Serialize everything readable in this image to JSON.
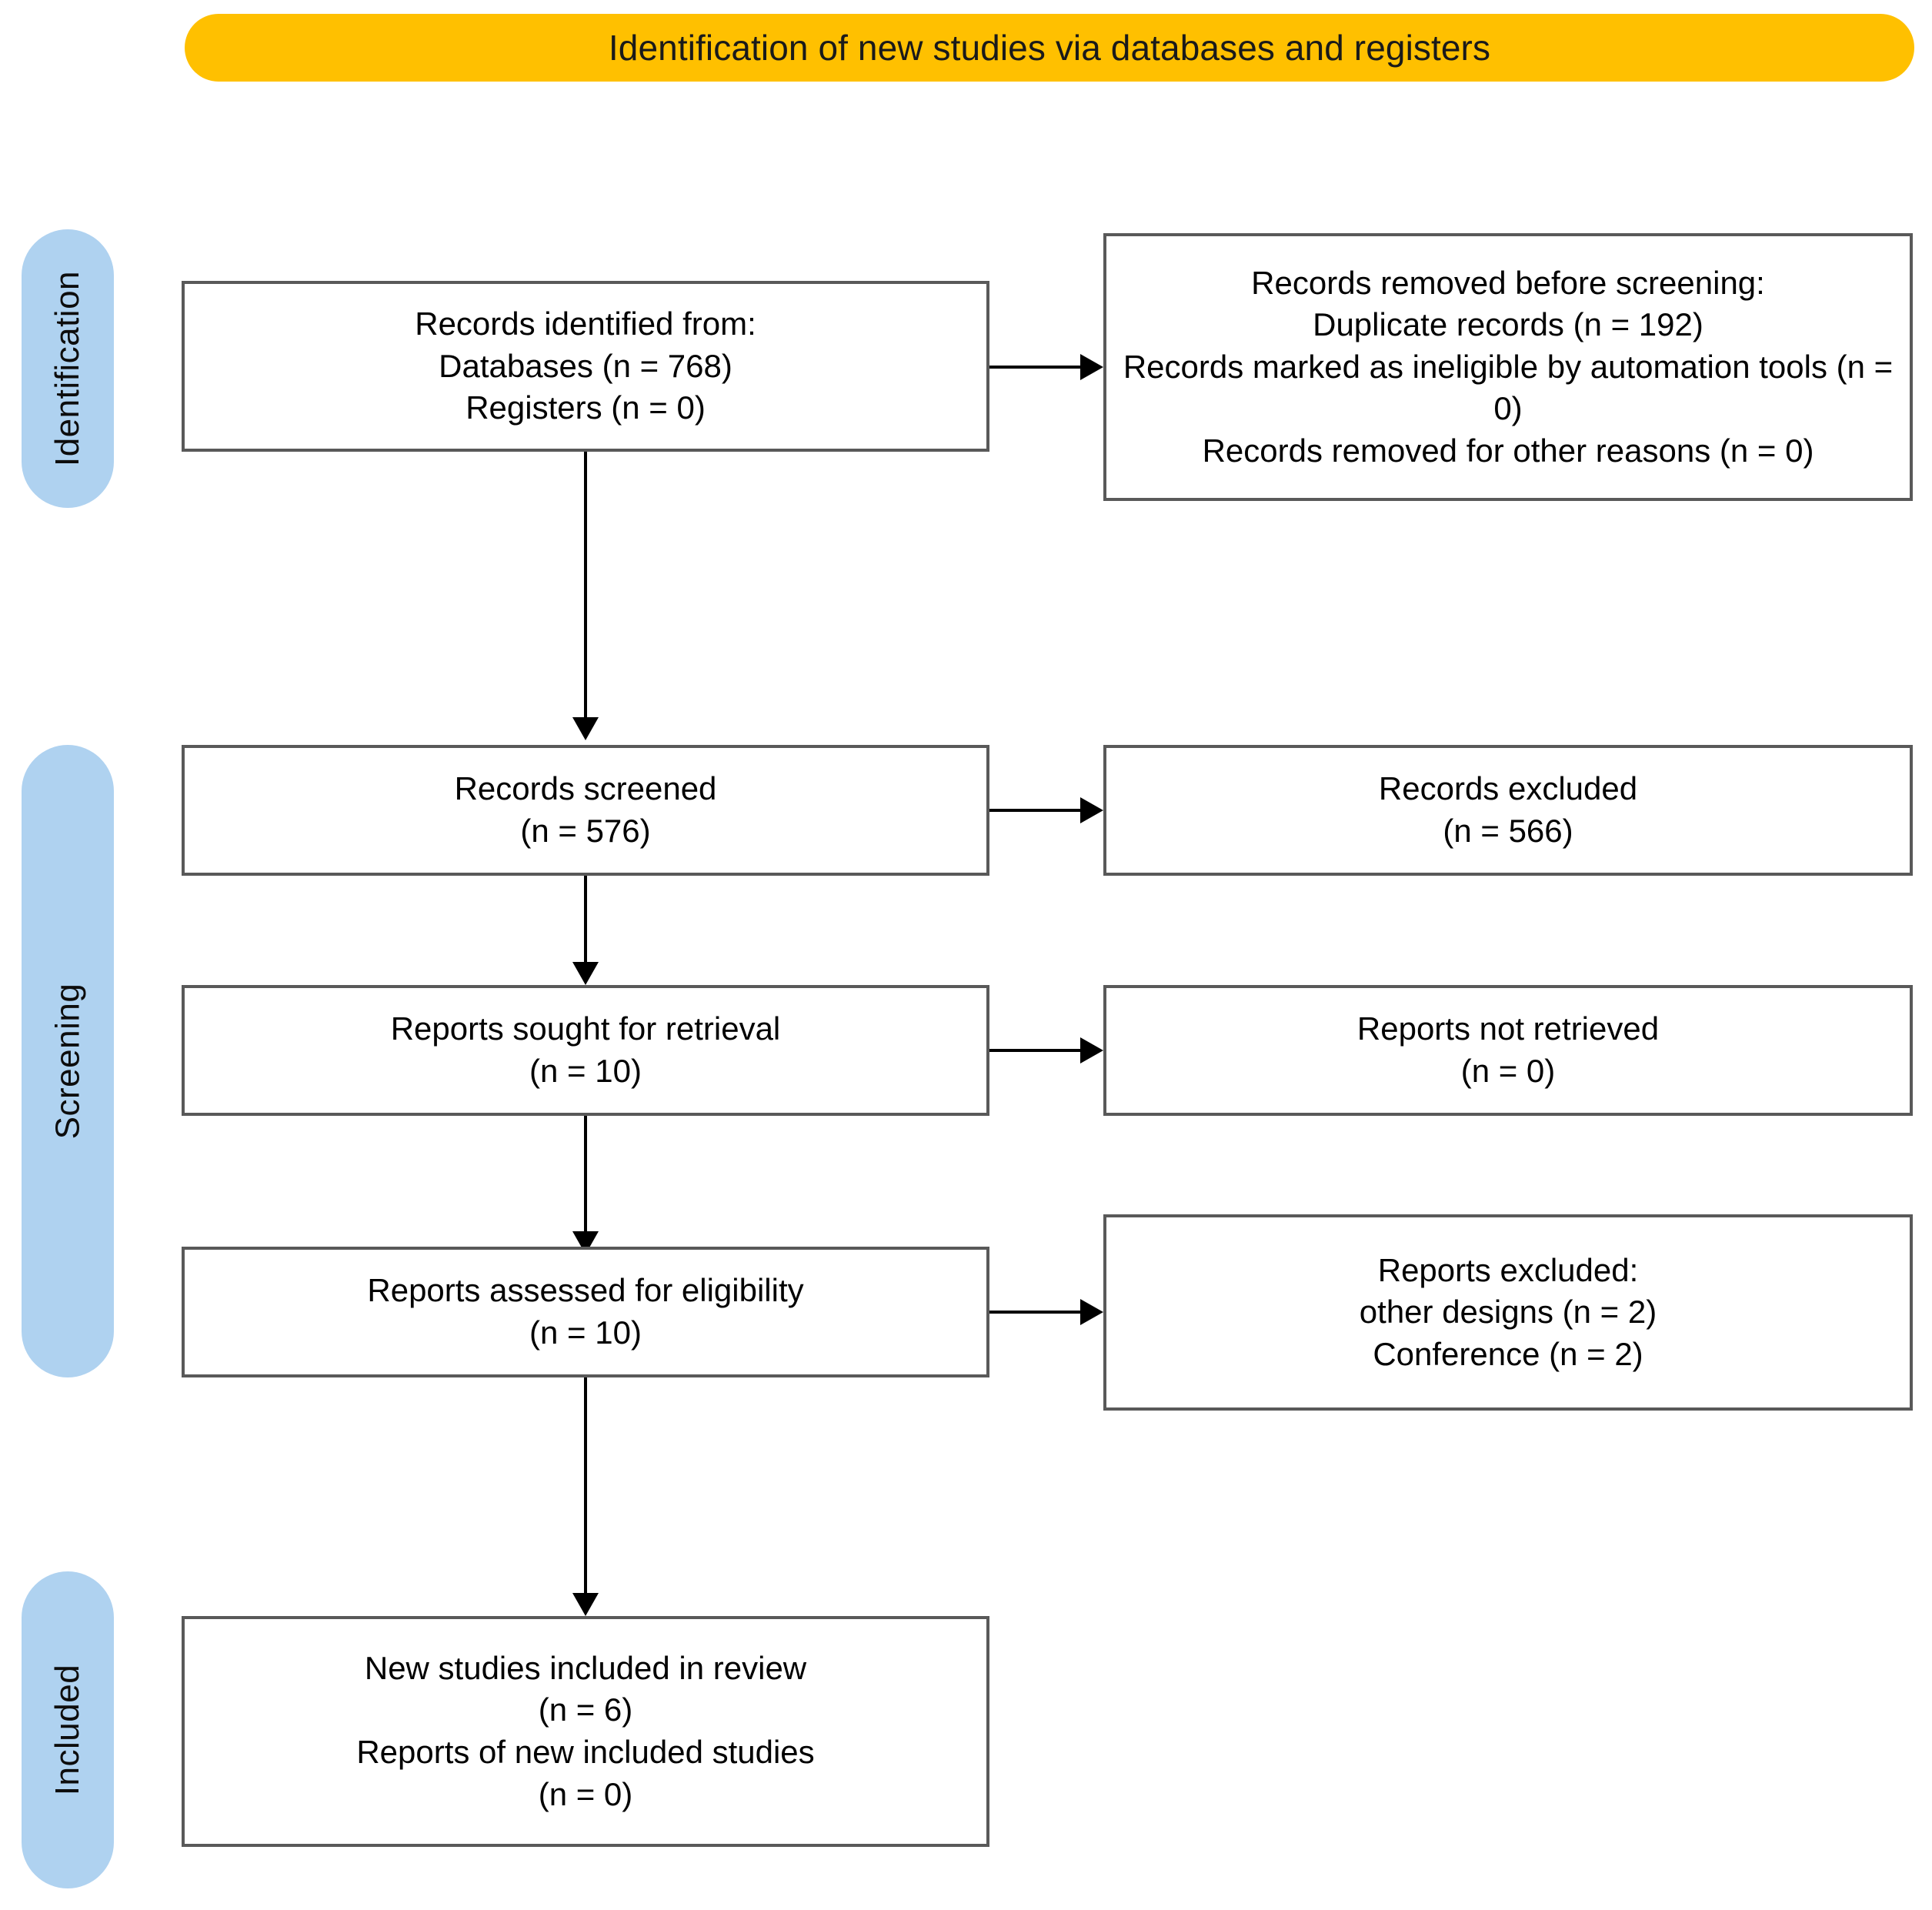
{
  "header": {
    "title": "Identification of new studies via databases and registers",
    "color": "#FFC000"
  },
  "stages": [
    {
      "id": "identification",
      "label": "Identification",
      "color": "#AFD2F0"
    },
    {
      "id": "screening",
      "label": "Screening",
      "color": "#AFD2F0"
    },
    {
      "id": "included",
      "label": "Included",
      "color": "#AFD2F0"
    }
  ],
  "boxes": {
    "records_identified": {
      "lines": [
        "Records identified from:",
        "Databases (n = 768)",
        "Registers (n = 0)"
      ]
    },
    "records_removed": {
      "lines": [
        "Records removed before screening:",
        "Duplicate records (n = 192)",
        "Records marked as ineligible by automation tools (n = 0)",
        "Records removed for other reasons (n = 0)"
      ]
    },
    "records_screened": {
      "lines": [
        "Records screened",
        "(n = 576)"
      ]
    },
    "records_excluded": {
      "lines": [
        "Records excluded",
        "(n = 566)"
      ]
    },
    "reports_sought": {
      "lines": [
        "Reports sought for retrieval",
        "(n = 10)"
      ]
    },
    "reports_not_retrieved": {
      "lines": [
        "Reports not retrieved",
        "(n = 0)"
      ]
    },
    "reports_assessed": {
      "lines": [
        "Reports assessed for eligibility",
        "(n = 10)"
      ]
    },
    "reports_excluded": {
      "lines": [
        "Reports excluded:",
        "other designs (n = 2)",
        "Conference (n = 2)"
      ]
    },
    "new_studies_included": {
      "lines": [
        "New studies included in review",
        "(n = 6)",
        "Reports of new included studies",
        "(n = 0)"
      ]
    }
  },
  "chart_data": {
    "type": "diagram",
    "title": "Identification of new studies via databases and registers",
    "flow": [
      {
        "stage": "Identification",
        "node": "Records identified from: Databases (n = 768); Registers (n = 0)",
        "n_databases": 768,
        "n_registers": 0
      },
      {
        "stage": "Identification",
        "node": "Records removed before screening",
        "duplicate_records": 192,
        "ineligible_by_automation_tools": 0,
        "removed_other_reasons": 0
      },
      {
        "stage": "Screening",
        "node": "Records screened",
        "n": 576
      },
      {
        "stage": "Screening",
        "node": "Records excluded",
        "n": 566
      },
      {
        "stage": "Screening",
        "node": "Reports sought for retrieval",
        "n": 10
      },
      {
        "stage": "Screening",
        "node": "Reports not retrieved",
        "n": 0
      },
      {
        "stage": "Screening",
        "node": "Reports assessed for eligibility",
        "n": 10
      },
      {
        "stage": "Screening",
        "node": "Reports excluded",
        "other_designs": 2,
        "conference": 2
      },
      {
        "stage": "Included",
        "node": "New studies included in review",
        "n": 6,
        "reports_of_new_included_studies": 0
      }
    ]
  }
}
